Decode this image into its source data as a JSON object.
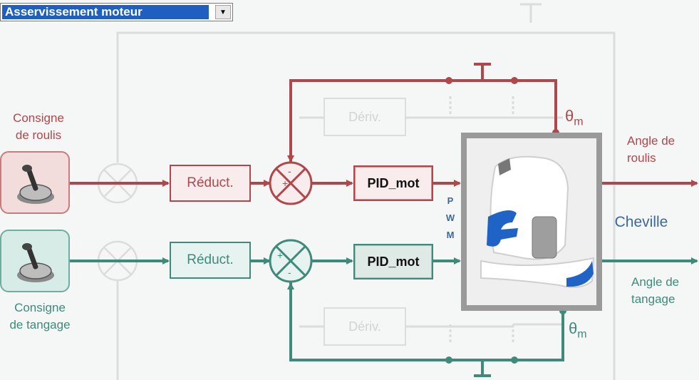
{
  "toolbar": {
    "mode_select_value": "Asservissement moteur"
  },
  "inputs": {
    "roll_label_1": "Consigne",
    "roll_label_2": "de roulis",
    "pitch_label_1": "Consigne",
    "pitch_label_2": "de tangage"
  },
  "blocks": {
    "reduct_roll": "Réduct.",
    "reduct_pitch": "Réduct.",
    "pid_roll": "PID_mot",
    "pid_pitch": "PID_mot",
    "deriv_top": "Dériv.",
    "deriv_bottom": "Dériv."
  },
  "signals": {
    "theta_top": "θ",
    "theta_top_sub": "m",
    "theta_bottom": "θ",
    "theta_bottom_sub": "m",
    "pwm_p": "P",
    "pwm_w": "W",
    "pwm_m": "M"
  },
  "plant": {
    "label": "Cheville"
  },
  "outputs": {
    "roll_1": "Angle de",
    "roll_2": "roulis",
    "pitch_1": "Angle de",
    "pitch_2": "tangage"
  },
  "colors": {
    "roll": "#b0474a",
    "pitch": "#3f8a7b",
    "inactive": "#dcdcdc",
    "accent": "#1f5fbf"
  }
}
